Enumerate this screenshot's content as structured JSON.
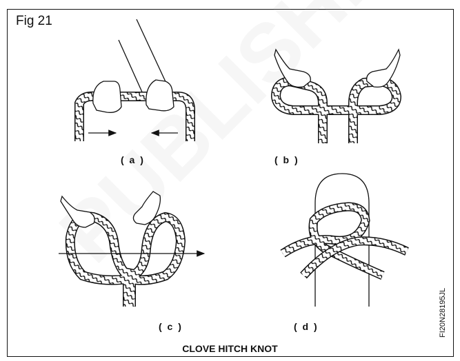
{
  "figure": {
    "title": "Fig 21",
    "caption": "CLOVE HITCH KNOT",
    "code": "FI20N28195JL"
  },
  "watermark": "PUBLISHED",
  "panels": [
    {
      "id": "a",
      "label": "( a )"
    },
    {
      "id": "b",
      "label": "( b )"
    },
    {
      "id": "c",
      "label": "( c )"
    },
    {
      "id": "d",
      "label": "( d )"
    }
  ]
}
